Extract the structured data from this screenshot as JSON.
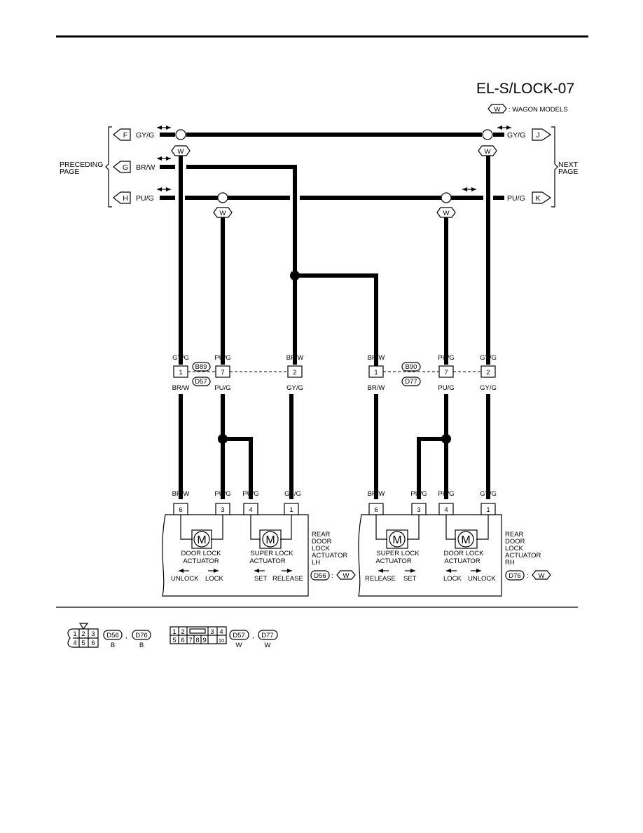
{
  "page": {
    "title": "EL-S/LOCK-07",
    "legend_code": "W",
    "legend_text": ": WAGON MODELS"
  },
  "side_labels": {
    "left_line1": "PRECEDING",
    "left_line2": "PAGE",
    "right_line1": "NEXT",
    "right_line2": "PAGE"
  },
  "left_refs": [
    {
      "letter": "F",
      "wire": "GY/G"
    },
    {
      "letter": "G",
      "wire": "BR/W"
    },
    {
      "letter": "H",
      "wire": "PU/G"
    }
  ],
  "right_refs": [
    {
      "letter": "J",
      "wire": "GY/G"
    },
    {
      "letter": "K",
      "wire": "PU/G"
    }
  ],
  "w_marks": [
    "W",
    "W",
    "W",
    "W"
  ],
  "lh_connector": {
    "codes": [
      "B89",
      "D57"
    ],
    "top_wires": [
      "GY/G",
      "PU/G",
      "BR/W"
    ],
    "pins": [
      "1",
      "7",
      "2"
    ],
    "bottom_wires": [
      "BR/W",
      "PU/G",
      "GY/G"
    ]
  },
  "rh_connector": {
    "codes": [
      "B90",
      "D77"
    ],
    "top_wires": [
      "BR/W",
      "PU/G",
      "GY/G"
    ],
    "pins": [
      "1",
      "7",
      "2"
    ],
    "bottom_wires": [
      "BR/W",
      "PU/G",
      "GY/G"
    ]
  },
  "lh_actuator": {
    "wires": [
      "BR/W",
      "PU/G",
      "PU/G",
      "GY/G"
    ],
    "pins": [
      "6",
      "3",
      "4",
      "1"
    ],
    "motor1_l1": "DOOR LOCK",
    "motor1_l2": "ACTUATOR",
    "motor2_l1": "SUPER LOCK",
    "motor2_l2": "ACTUATOR",
    "dir": [
      "UNLOCK",
      "LOCK",
      "SET",
      "RELEASE"
    ],
    "name": [
      "REAR",
      "DOOR",
      "LOCK",
      "ACTUATOR",
      "LH"
    ],
    "code": "D56",
    "variant": "W",
    "motor_symbol": "M"
  },
  "rh_actuator": {
    "wires": [
      "BR/W",
      "PU/G",
      "PU/G",
      "GY/G"
    ],
    "pins": [
      "6",
      "3",
      "4",
      "1"
    ],
    "motor1_l1": "SUPER LOCK",
    "motor1_l2": "ACTUATOR",
    "motor2_l1": "DOOR LOCK",
    "motor2_l2": "ACTUATOR",
    "dir": [
      "RELEASE",
      "SET",
      "LOCK",
      "UNLOCK"
    ],
    "name": [
      "REAR",
      "DOOR",
      "LOCK",
      "ACTUATOR",
      "RH"
    ],
    "code": "D76",
    "variant": "W",
    "motor_symbol": "M"
  },
  "connector_views": {
    "left_pins": [
      "1",
      "2",
      "3",
      "4",
      "5",
      "6"
    ],
    "left_codes": [
      "D56",
      "D76"
    ],
    "left_colors": [
      "B",
      "B"
    ],
    "right_pins": [
      "1",
      "2",
      "3",
      "4",
      "5",
      "6",
      "7",
      "8",
      "9",
      "10"
    ],
    "right_codes": [
      "D57",
      "D77"
    ],
    "right_colors": [
      "W",
      "W"
    ],
    "sep": ","
  },
  "colors": {
    "ink": "#000000",
    "paper": "#ffffff"
  }
}
